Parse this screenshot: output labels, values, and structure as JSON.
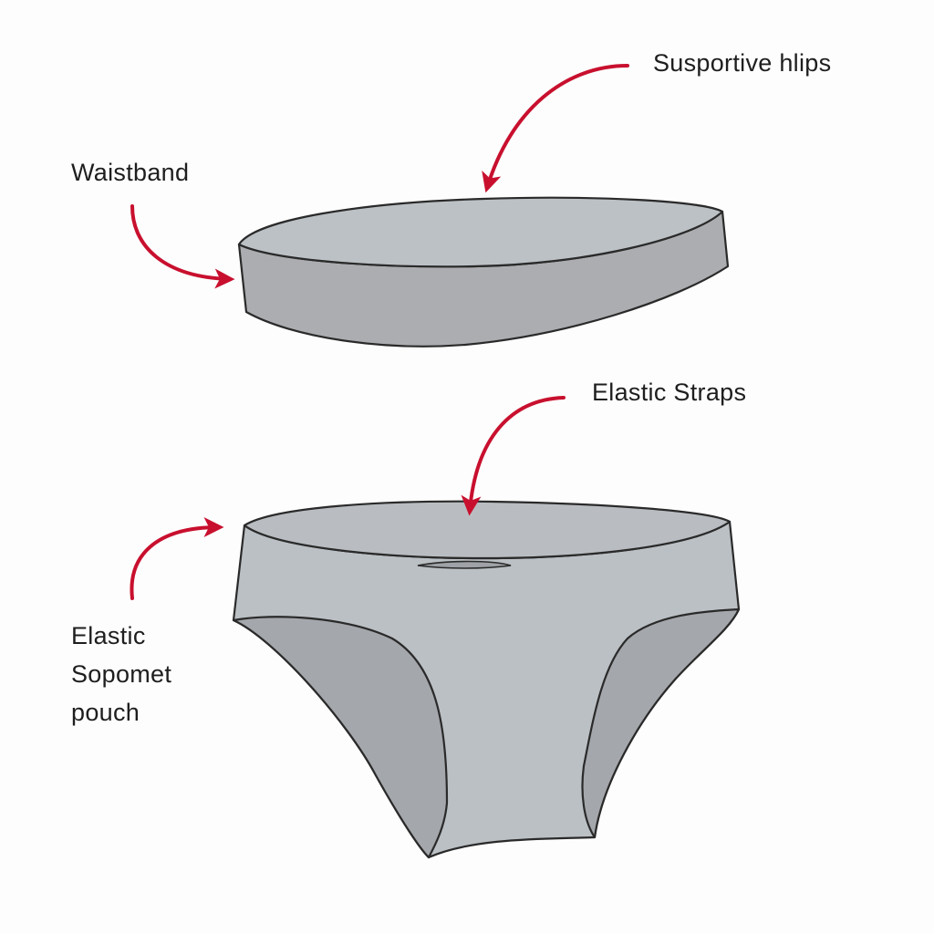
{
  "labels": {
    "supportive": "Susportive hlips",
    "waistband": "Waistband",
    "straps": "Elastic Straps",
    "pouch": [
      "Elastic",
      "Sopomet",
      "pouch"
    ]
  },
  "colors": {
    "arrow": "#c8102e",
    "fabric": "#babfc3",
    "fabric_dark": "#a3a6aa",
    "fabric_side": "#abadb0",
    "outline": "#2a2a2a",
    "text": "#1e1e1e"
  }
}
